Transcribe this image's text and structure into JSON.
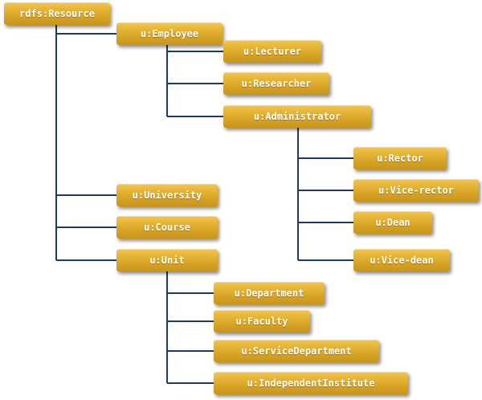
{
  "nodes": {
    "resource": "rdfs:Resource",
    "employee": "u:Employee",
    "lecturer": "u:Lecturer",
    "researcher": "u:Researcher",
    "administrator": "u:Administrator",
    "rector": "u:Rector",
    "vice_rector": "u:Vice-rector",
    "dean": "u:Dean",
    "vice_dean": "u:Vice-dean",
    "university": "u:University",
    "course": "u:Course",
    "unit": "u:Unit",
    "department": "u:Department",
    "faculty": "u:Faculty",
    "service_department": "u:ServiceDepartment",
    "independent_institute": "u:IndependentInstitute"
  },
  "colors": {
    "node_fill": "#d9a526",
    "connector": "#1f3b63",
    "text": "#ffffff"
  }
}
